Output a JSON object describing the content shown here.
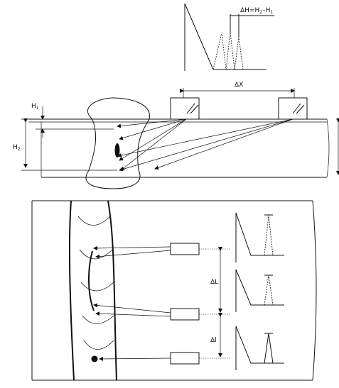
{
  "labels": {
    "delta_h_main": "ΔH=H",
    "delta_h_sub2": "2",
    "delta_h_minus": "–H",
    "delta_h_sub1": "1",
    "delta_x": "ΔX",
    "h1_main": "H",
    "h1_sub": "1",
    "h2_main": "H",
    "h2_sub": "2",
    "delta_l_upper": "ΔL",
    "delta_l_lower": "Δl"
  }
}
